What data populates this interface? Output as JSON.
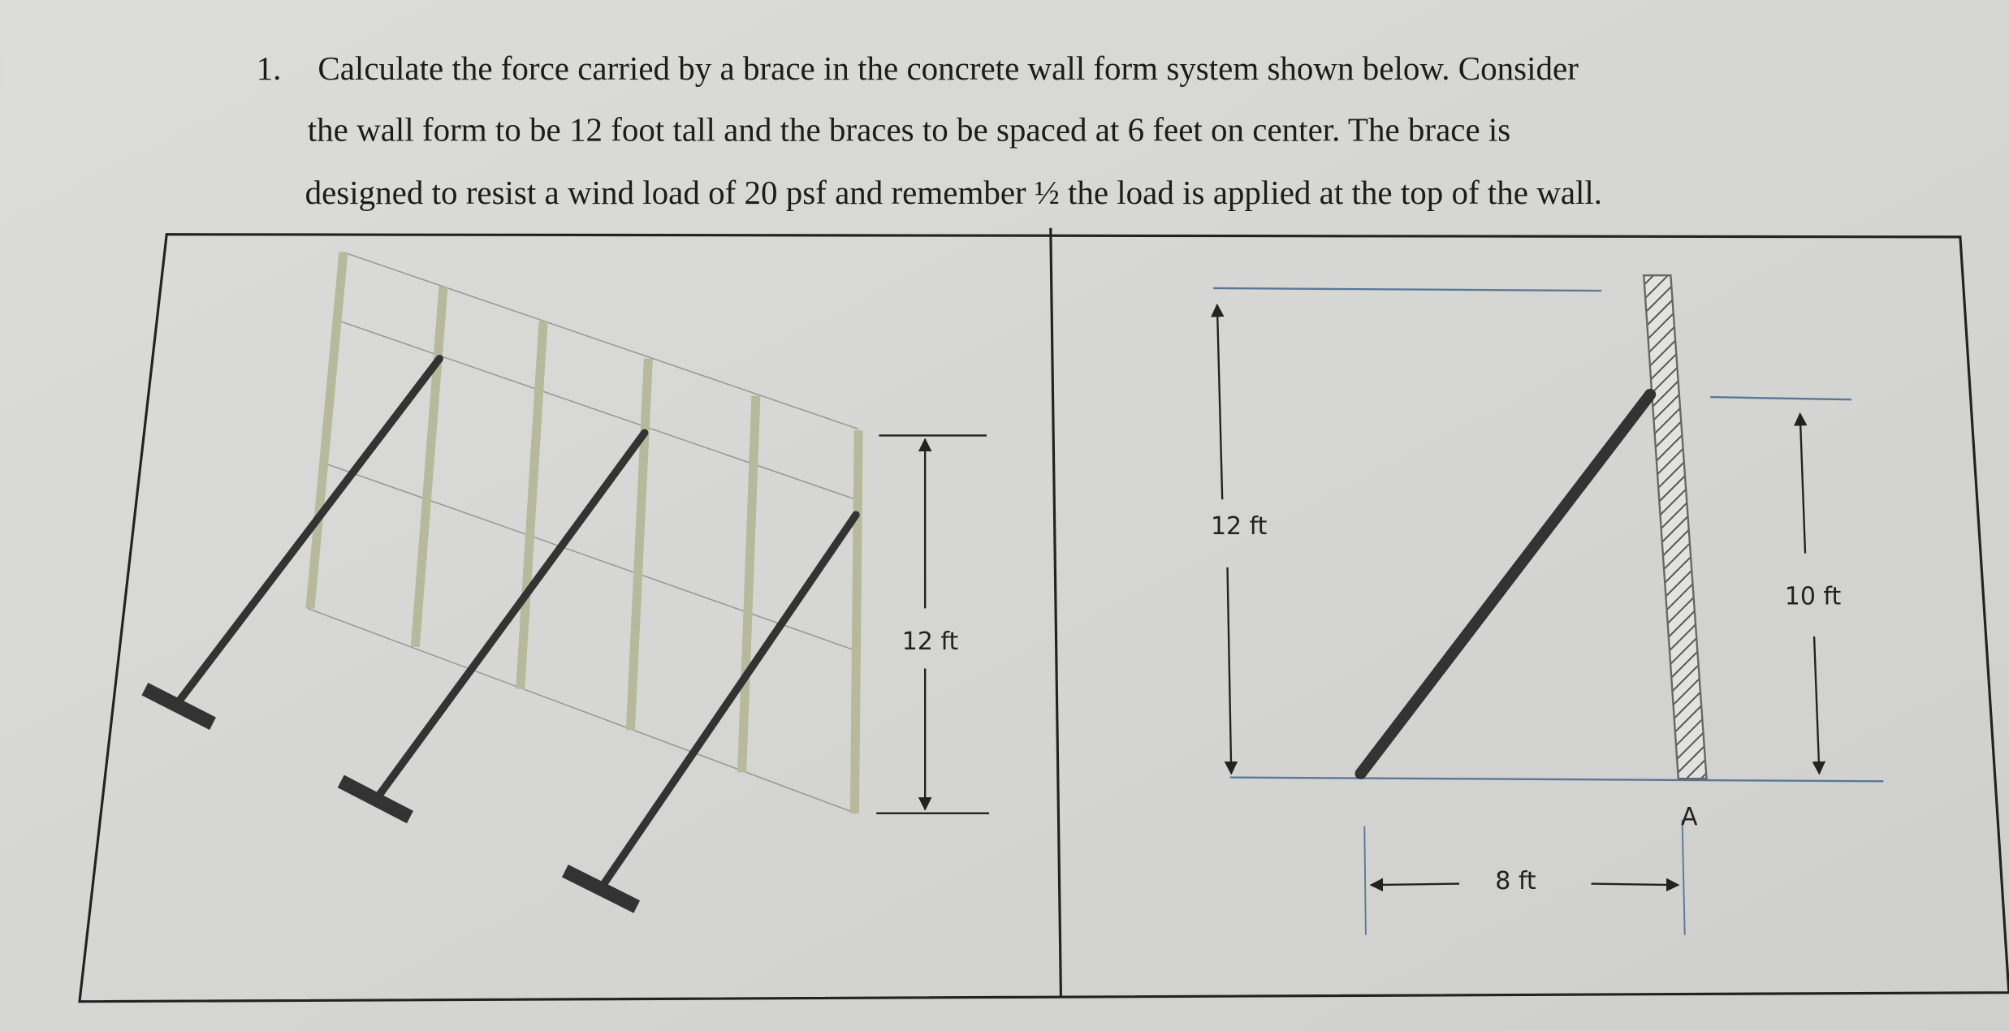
{
  "question": {
    "number": "1.",
    "lines": [
      "Calculate the force carried by a brace in the concrete wall form system shown below. Consider",
      "the wall form to be 12 foot tall and the braces to be spaced at 6 feet on center. The brace is",
      "designed to resist a wind load of 20 psf and remember ½ the load is applied at the top of the wall."
    ]
  },
  "left_figure": {
    "height_label": "12 ft"
  },
  "right_figure": {
    "wall_height_label": "12 ft",
    "brace_height_label": "10 ft",
    "base_distance_label": "8 ft",
    "point_label": "A"
  },
  "colors": {
    "paper": "#d4d4d2",
    "ink": "#222222",
    "stud": "#b7b99a",
    "dimension_line": "#5a7896"
  }
}
